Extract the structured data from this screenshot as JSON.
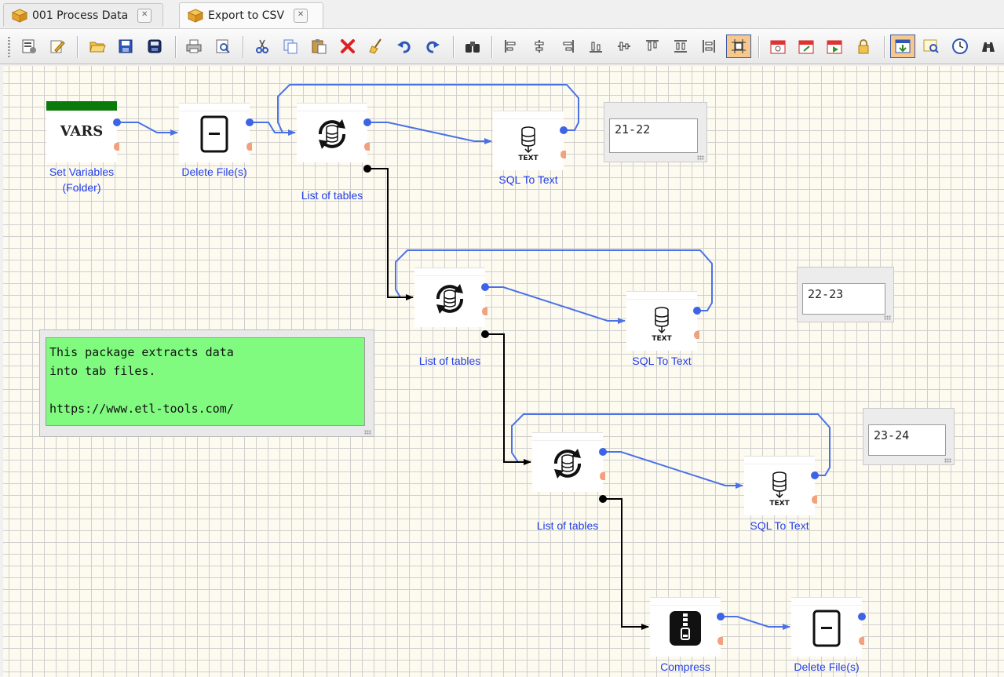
{
  "tabs": [
    {
      "label": "001 Process Data",
      "icon": "package-icon",
      "active": false
    },
    {
      "label": "Export to CSV",
      "icon": "package-icon",
      "active": true
    }
  ],
  "toolbar": {
    "groups": [
      [
        "properties-icon",
        "edit-icon"
      ],
      [
        "open-folder-icon",
        "save-icon",
        "save-all-icon"
      ],
      [
        "print-icon",
        "print-preview-icon"
      ],
      [
        "cut-icon",
        "copy-icon",
        "paste-icon",
        "delete-icon",
        "clear-icon",
        "undo-icon",
        "redo-icon"
      ],
      [
        "find-icon"
      ],
      [
        "align-left-icon",
        "align-center-icon",
        "align-right-icon",
        "align-bottom-icon",
        "align-middle-icon",
        "align-top-icon",
        "space-horizontal-icon",
        "space-vertical-icon",
        "snap-grid-icon"
      ],
      [
        "calendar-add-icon",
        "calendar-edit-icon",
        "calendar-run-icon",
        "lock-icon"
      ],
      [
        "show-panel-icon",
        "preview-icon",
        "clock-icon",
        "binoculars-icon"
      ]
    ]
  },
  "nodes": {
    "set_variables": {
      "label1": "Set Variables",
      "label2": "(Folder)",
      "icon_text": "VARS"
    },
    "delete_files_1": {
      "label": "Delete File(s)"
    },
    "list_tables_1": {
      "label": "List of tables"
    },
    "sql_to_text_1": {
      "label": "SQL To Text",
      "icon_text": "TEXT"
    },
    "list_tables_2": {
      "label": "List of tables"
    },
    "sql_to_text_2": {
      "label": "SQL To Text",
      "icon_text": "TEXT"
    },
    "list_tables_3": {
      "label": "List of tables"
    },
    "sql_to_text_3": {
      "label": "SQL To Text",
      "icon_text": "TEXT"
    },
    "compress": {
      "label": "Compress"
    },
    "delete_files_2": {
      "label": "Delete File(s)"
    }
  },
  "notes": {
    "note_21_22": "21-22",
    "note_22_23": "22-23",
    "note_23_24": "23-24",
    "description": "This package extracts data\ninto tab files.\n\nhttps://www.etl-tools.com/"
  },
  "colors": {
    "link_blue": "#4a72e6",
    "link_black": "#000000",
    "note_green": "#80fb80",
    "vars_bar": "#0a7a0a"
  }
}
